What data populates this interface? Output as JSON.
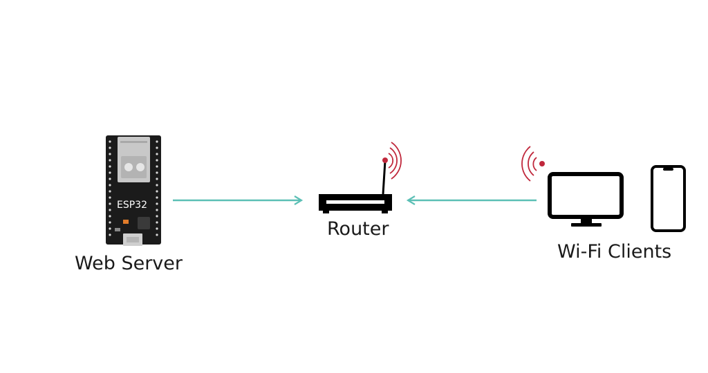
{
  "nodes": {
    "web_server": {
      "label": "Web Server",
      "board_label": "ESP32",
      "icon": "esp32-board-icon"
    },
    "router": {
      "label": "Router",
      "icon": "router-icon"
    },
    "clients": {
      "label": "Wi-Fi Clients",
      "icons": [
        "desktop-monitor-icon",
        "smartphone-icon"
      ]
    }
  },
  "colors": {
    "arrow": "#5bbfb5",
    "signal": "#c0283c",
    "device": "#000000",
    "board": "#1b1b1b",
    "module": "#c8c8c8"
  }
}
